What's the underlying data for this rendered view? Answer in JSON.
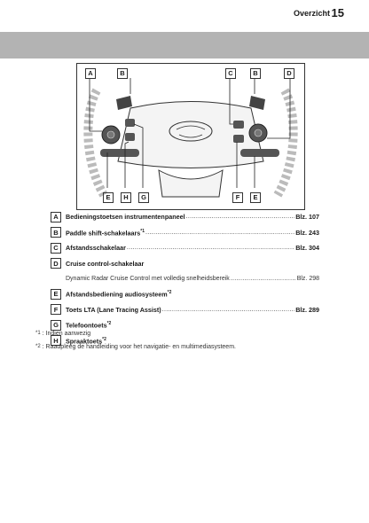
{
  "header": {
    "section": "Overzicht",
    "page_number": "15"
  },
  "figure": {
    "callouts_top": [
      "A",
      "B",
      "C",
      "B",
      "D"
    ],
    "callouts_bottom": [
      "E",
      "H",
      "G",
      "F",
      "E"
    ]
  },
  "legend": [
    {
      "letter": "A",
      "label": "Bedieningstoetsen instrumentenpaneel",
      "footnote": "",
      "ref": "Blz. 107"
    },
    {
      "letter": "B",
      "label": "Paddle shift-schakelaars",
      "footnote": "*1",
      "ref": "Blz. 243"
    },
    {
      "letter": "C",
      "label": "Afstandsschakelaar",
      "footnote": "",
      "ref": "Blz. 304"
    },
    {
      "letter": "D",
      "label": "Cruise control-schakelaar",
      "footnote": "",
      "ref": ""
    },
    {
      "letter": "E",
      "label": "Afstandsbediening audiosysteem",
      "footnote": "*2",
      "ref": ""
    },
    {
      "letter": "F",
      "label": "Toets LTA (Lane Tracing Assist)",
      "footnote": "",
      "ref": "Blz. 289"
    },
    {
      "letter": "G",
      "label": "Telefoontoets",
      "footnote": "*2",
      "ref": ""
    },
    {
      "letter": "H",
      "label": "Spraaktoets",
      "footnote": "*2",
      "ref": ""
    }
  ],
  "sub_item": {
    "label": "Dynamic Radar Cruise Control met volledig snelheidsbereik",
    "ref": "Blz. 298"
  },
  "footnotes": [
    {
      "mark": "*1",
      "text": ": Indien aanwezig"
    },
    {
      "mark": "*2",
      "text": ": Raadpleeg de handleiding voor het navigatie- en multimediasysteem."
    }
  ]
}
